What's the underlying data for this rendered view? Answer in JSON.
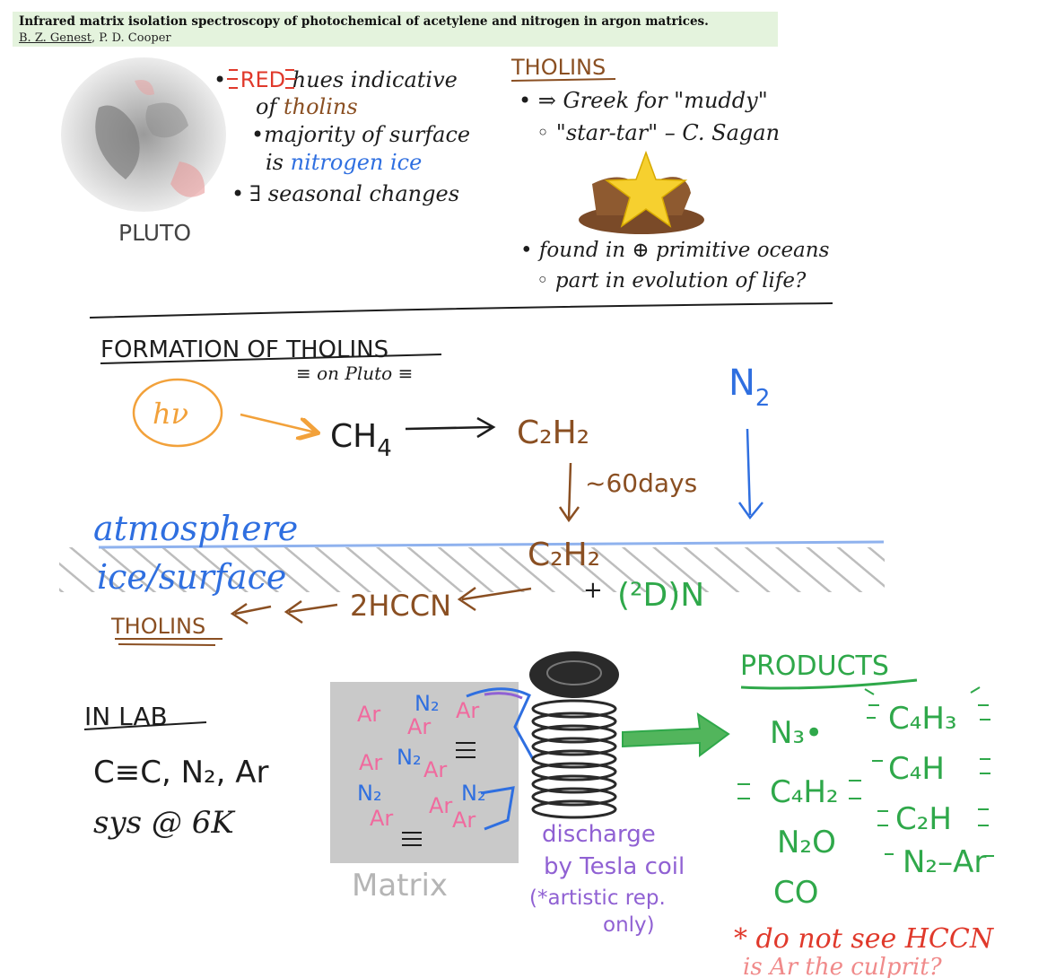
{
  "header": {
    "title": "Infrared matrix isolation spectroscopy of photochemical of acetylene and nitrogen in argon matrices.",
    "author_1": "B. Z. Genest",
    "author_sep": ", ",
    "author_2": "P. D. Cooper"
  },
  "pluto": {
    "label": "PLUTO",
    "bullets": [
      {
        "marker": "•",
        "prefix": "RED",
        "text": " hues indicative"
      },
      {
        "text_a": "of ",
        "text_b": "tholins"
      },
      {
        "marker": "•",
        "text": "majority of surface"
      },
      {
        "text_a": "is ",
        "text_b": "nitrogen ice"
      },
      {
        "marker": "•",
        "text": "∃ seasonal changes"
      }
    ]
  },
  "tholins_box": {
    "heading": "THOLINS",
    "line1": "• ⇒ Greek for \"muddy\"",
    "line2": "◦ \"star-tar\" – C. Sagan",
    "line3": "• found in ⊕ primitive oceans",
    "line4": "◦ part in evolution of life?"
  },
  "formation": {
    "heading": "FORMATION OF THOLINS",
    "subheading": "≡ on Pluto ≡",
    "hv": "hν",
    "ch4": "CH",
    "ch4_sub": "4",
    "c2h2_top": "C₂H₂",
    "sixty_days": "~60days",
    "n2": "N",
    "n2_sub": "2",
    "atmosphere": "atmosphere",
    "ice_surface": "ice/surface",
    "c2h2_bottom": "C₂H₂",
    "plus": "+",
    "nitrogen_radical": "(²D)N",
    "hccn": "2HCCN",
    "tholins": "THOLINS"
  },
  "lab": {
    "heading": "IN LAB",
    "reactants": "C≡C, N₂, Ar",
    "condition": "sys @ 6K",
    "matrix_label": "Matrix",
    "discharge_l1": "discharge",
    "discharge_l2": "by Tesla coil",
    "discharge_l3": "(*artistic rep.",
    "discharge_l4": "only)",
    "matrix_atoms": [
      {
        "t": "Ar",
        "c": "pink"
      },
      {
        "t": "N₂",
        "c": "blue"
      },
      {
        "t": "Ar",
        "c": "pink"
      },
      {
        "t": "Ar",
        "c": "pink"
      },
      {
        "t": "Ar",
        "c": "pink"
      },
      {
        "t": "N₂",
        "c": "blue"
      },
      {
        "t": "Ar",
        "c": "pink"
      },
      {
        "t": "N₂",
        "c": "blue"
      },
      {
        "t": "Ar",
        "c": "pink"
      },
      {
        "t": "N₂",
        "c": "blue"
      },
      {
        "t": "Ar",
        "c": "pink"
      },
      {
        "t": "Ar",
        "c": "pink"
      }
    ]
  },
  "products": {
    "heading": "PRODUCTS",
    "items": [
      "N₃•",
      "C₄H₃",
      "C₄H₂",
      "C₄H",
      "N₂O",
      "C₂H",
      "CO",
      "N₂–Ar"
    ],
    "note1": "* do not see HCCN",
    "note2": "is Ar the culprit?"
  },
  "colors": {
    "red": "#e0392b",
    "brown": "#8a4f22",
    "blue": "#2f6fe0",
    "green": "#2fa84a",
    "orange": "#f2a13a",
    "purple": "#9061d3",
    "pink": "#f06a9e",
    "ink": "#1d1d1d",
    "grey": "#9a9a9a"
  }
}
